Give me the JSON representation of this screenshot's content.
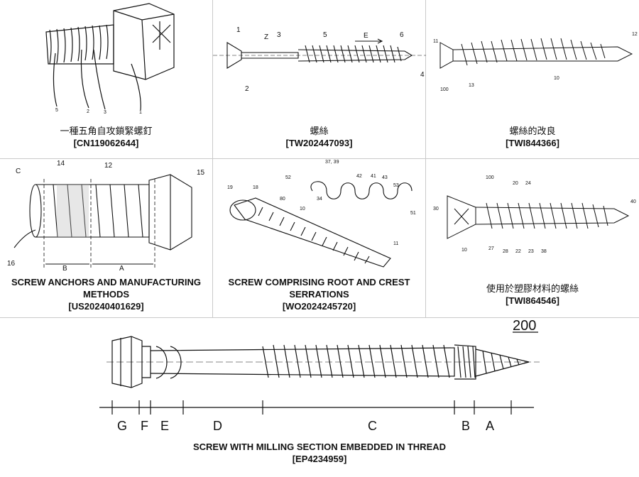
{
  "patents": [
    {
      "title": "一種五角自攻鎖緊螺釘",
      "id": "[CN119062644]",
      "labels": [
        "1",
        "2",
        "3",
        "5"
      ]
    },
    {
      "title": "螺絲",
      "id": "[TW202447093]",
      "labels": [
        "1",
        "2",
        "3",
        "5",
        "6",
        "4",
        "Z",
        "E"
      ]
    },
    {
      "title": "螺絲的改良",
      "id": "[TWI844366]",
      "labels": [
        "10",
        "11",
        "12",
        "13",
        "100"
      ]
    },
    {
      "title": "SCREW ANCHORS AND MANUFACTURING METHODS",
      "id": "[US20240401629]",
      "labels": [
        "C",
        "14",
        "12",
        "15",
        "16",
        "B",
        "A"
      ]
    },
    {
      "title": "SCREW COMPRISING ROOT AND CREST SERRATIONS",
      "id": "[WO2024245720]",
      "labels": [
        "52",
        "37, 39",
        "42",
        "41",
        "43",
        "53",
        "19",
        "18",
        "80",
        "10",
        "34",
        "51",
        "11"
      ]
    },
    {
      "title": "使用於塑膠材料的螺絲",
      "id": "[TWI864546]",
      "labels": [
        "30",
        "100",
        "20",
        "24",
        "40",
        "10",
        "27",
        "28",
        "22",
        "23",
        "38"
      ]
    },
    {
      "title": "SCREW WITH MILLING SECTION EMBEDDED IN THREAD",
      "id": "[EP4234959]",
      "figure_number": "200",
      "segments": [
        "G",
        "F",
        "E",
        "D",
        "C",
        "B",
        "A"
      ]
    }
  ]
}
